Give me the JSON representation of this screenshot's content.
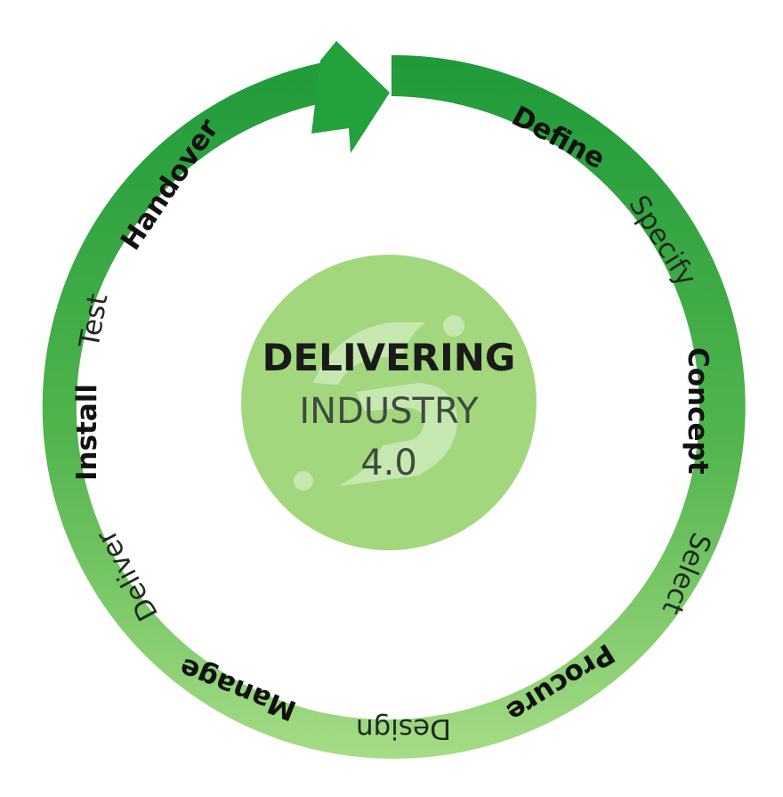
{
  "center": {
    "title": "DELIVERING",
    "subtitle": "INDUSTRY",
    "version": "4.0"
  },
  "stages": [
    {
      "key": "define",
      "label": "Define",
      "emphasis": "bold"
    },
    {
      "key": "specify",
      "label": "Specify",
      "emphasis": "light"
    },
    {
      "key": "concept",
      "label": "Concept",
      "emphasis": "bold"
    },
    {
      "key": "select",
      "label": "Select",
      "emphasis": "light"
    },
    {
      "key": "procure",
      "label": "Procure",
      "emphasis": "bold"
    },
    {
      "key": "design",
      "label": "Design",
      "emphasis": "light"
    },
    {
      "key": "manage",
      "label": "Manage",
      "emphasis": "bold"
    },
    {
      "key": "deliver",
      "label": "Deliver",
      "emphasis": "light"
    },
    {
      "key": "install",
      "label": "Install",
      "emphasis": "bold"
    },
    {
      "key": "test",
      "label": "Test",
      "emphasis": "light"
    },
    {
      "key": "handover",
      "label": "Handover",
      "emphasis": "bold"
    }
  ],
  "colors": {
    "ring_dark": "#1f9a3a",
    "ring_light": "#a6dc86",
    "center_disc": "#a3d77d",
    "logo_mark": "#cdeab8"
  }
}
